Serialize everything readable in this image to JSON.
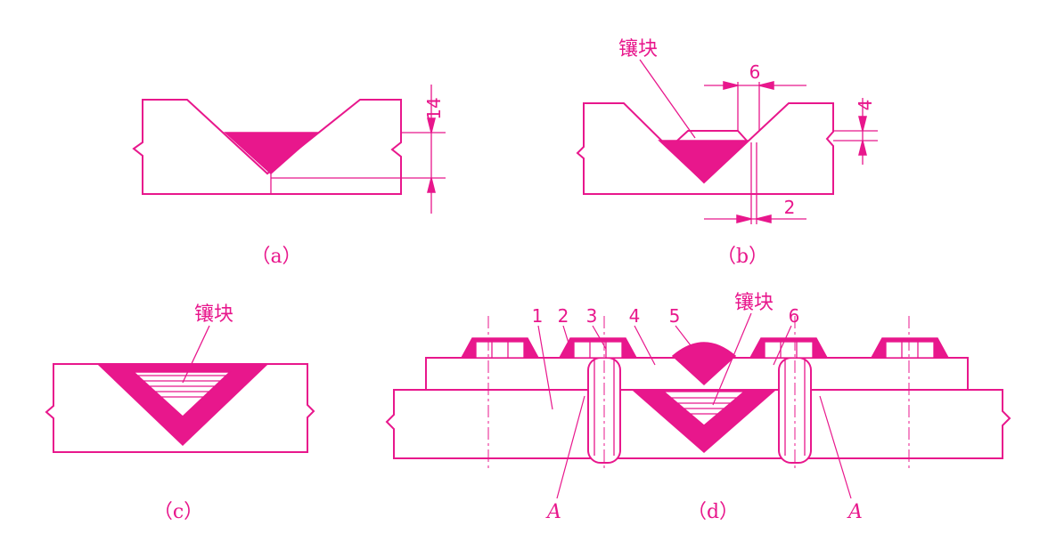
{
  "colors": {
    "line": "#e8178c",
    "background": "#ffffff"
  },
  "panels": {
    "a": {
      "caption": "（a）",
      "dim_thickness": "14"
    },
    "b": {
      "caption": "（b）",
      "insert_label": "镶块",
      "dim_width": "6",
      "dim_height": "4",
      "dim_gap": "2"
    },
    "c": {
      "caption": "（c）",
      "insert_label": "镶块"
    },
    "d": {
      "caption": "（d）",
      "insert_label": "镶块",
      "part_numbers": [
        "1",
        "2",
        "3",
        "4",
        "5",
        "6"
      ],
      "section_letters": [
        "A",
        "A"
      ]
    }
  }
}
